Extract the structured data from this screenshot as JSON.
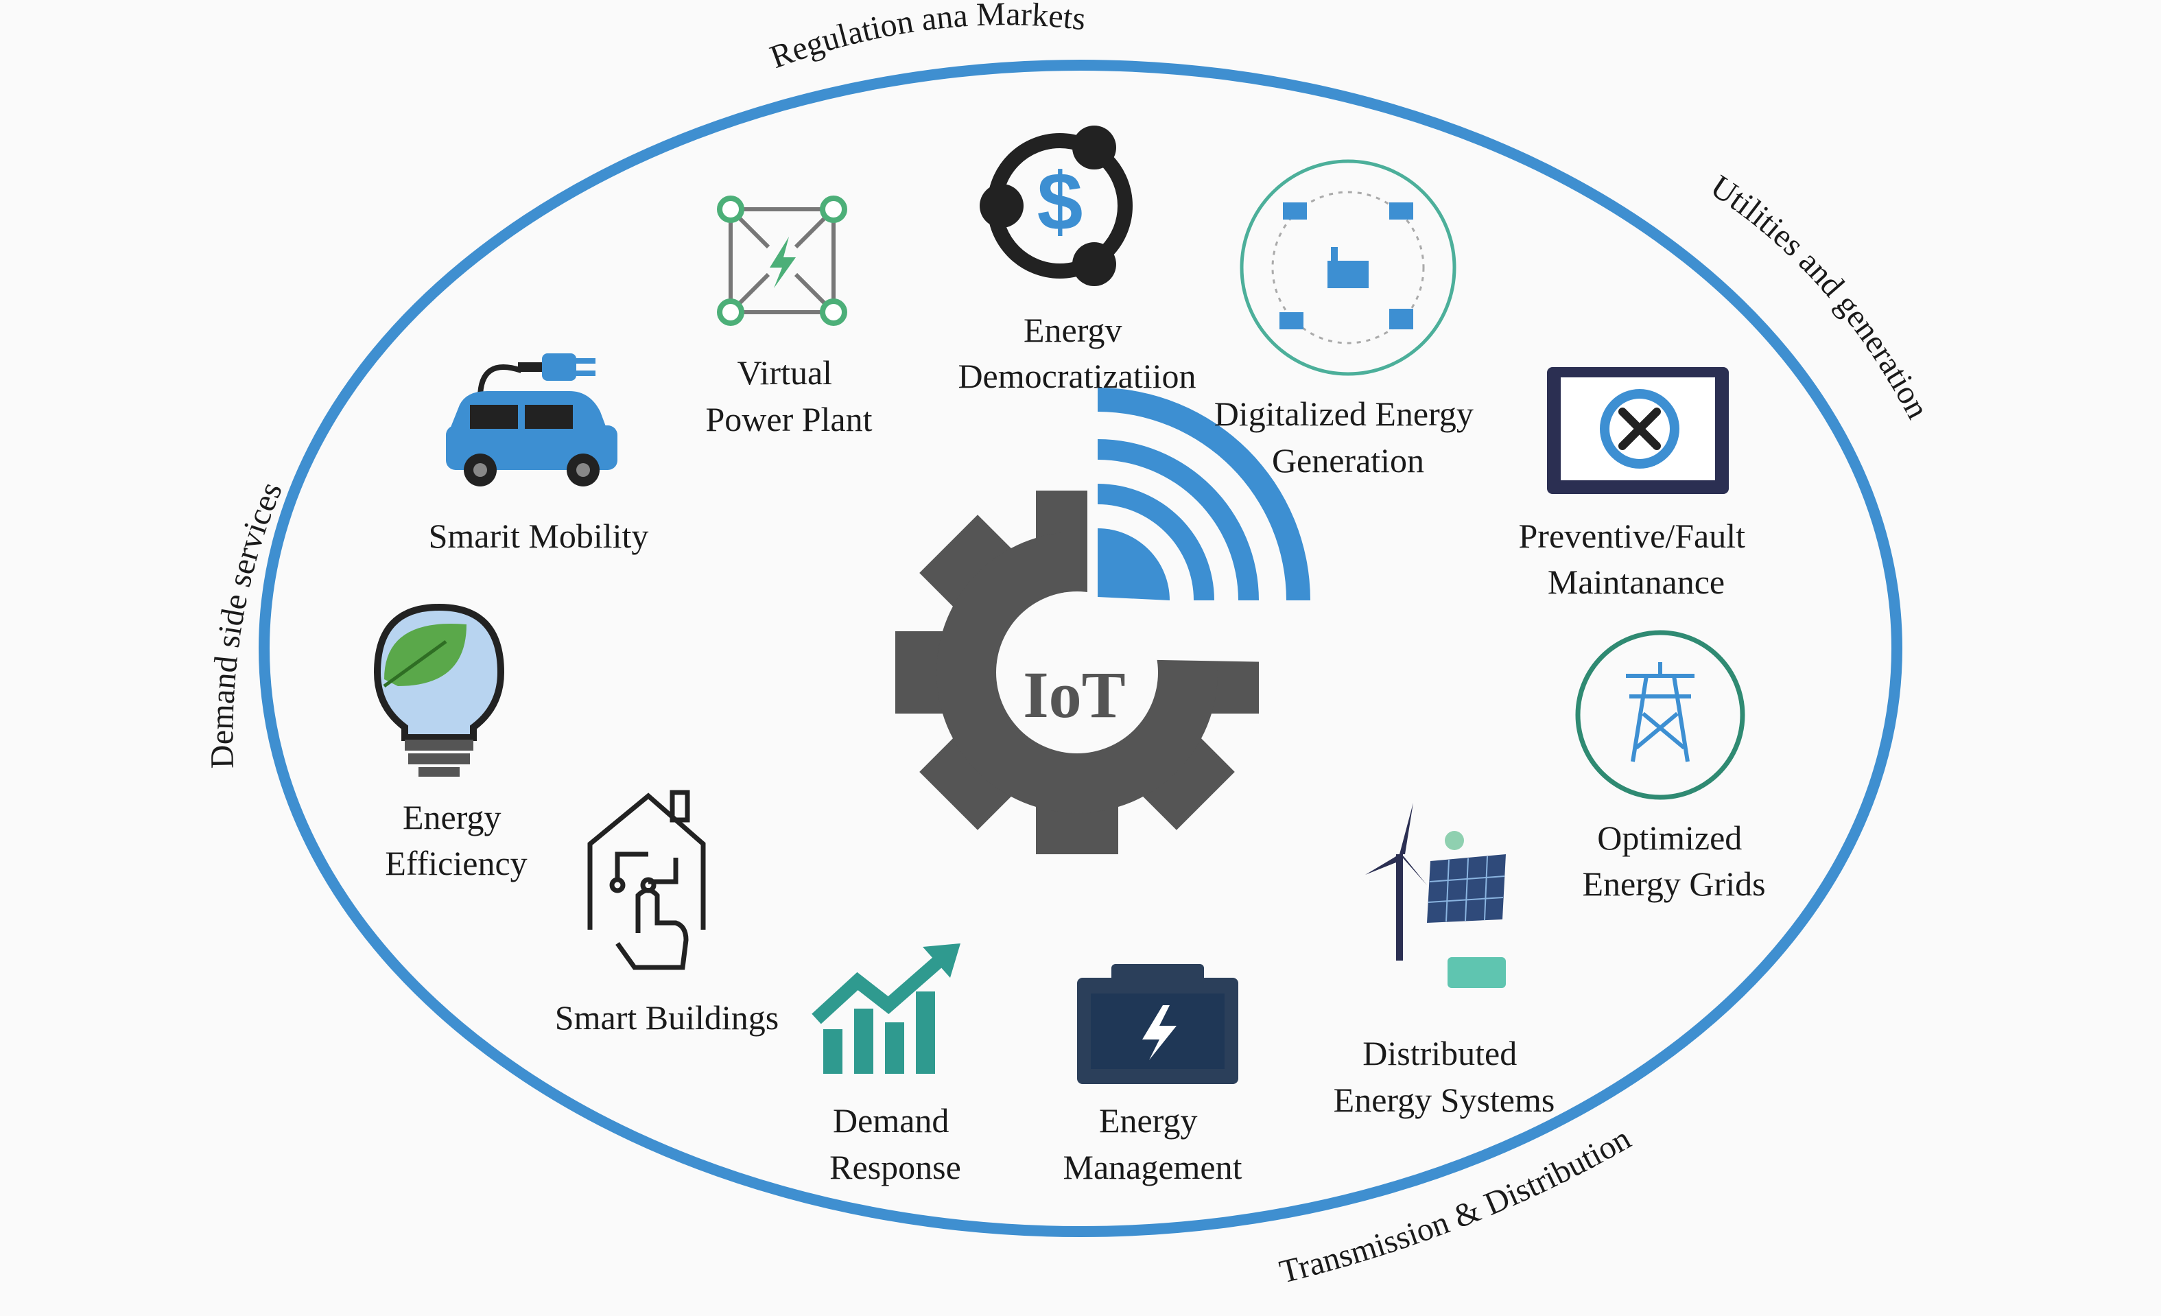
{
  "center": {
    "line1": "IoT"
  },
  "segments": {
    "top": "Regulation ana Markets",
    "right": "Utilities and generation",
    "bottom": "Transmission & Distribution",
    "left": "Demand side services"
  },
  "items": [
    {
      "id": "smart-mobility",
      "icon": "car-plug-icon",
      "lines": [
        "Smarit Mobility"
      ]
    },
    {
      "id": "virtual-power-plant",
      "icon": "network-bolt-icon",
      "lines": [
        "Virtual",
        "Power Plant"
      ]
    },
    {
      "id": "energy-democratization",
      "icon": "dollar-network-icon",
      "lines": [
        "Energv",
        "Democratizatiion"
      ]
    },
    {
      "id": "digitalized-energy-generation",
      "icon": "factory-network-icon",
      "lines": [
        "Digitalized Energy",
        "Generation"
      ]
    },
    {
      "id": "preventive-maintenance",
      "icon": "tablet-tools-icon",
      "lines": [
        "Preventive/Fault",
        "Maintanance"
      ]
    },
    {
      "id": "optimized-energy-grids",
      "icon": "power-tower-icon",
      "lines": [
        "Optimized",
        "Energy Grids"
      ]
    },
    {
      "id": "distributed-energy-systems",
      "icon": "wind-solar-icon",
      "lines": [
        "Distributed",
        "Energy Systems"
      ]
    },
    {
      "id": "energy-management",
      "icon": "battery-bolt-icon",
      "lines": [
        "Energy",
        "Management"
      ]
    },
    {
      "id": "demand-response",
      "icon": "bar-chart-arrow-icon",
      "lines": [
        "Demand",
        "Response"
      ]
    },
    {
      "id": "smart-buildings",
      "icon": "building-circuit-hand-icon",
      "lines": [
        "Smart Buildings"
      ]
    },
    {
      "id": "energy-efficiency",
      "icon": "leaf-bulb-icon",
      "lines": [
        "Energy",
        "Efficiency"
      ]
    }
  ],
  "colors": {
    "ellipse": "#3f8fd0",
    "gear": "#555555",
    "accent_blue": "#3d8fd2",
    "teal": "#2f9a8f",
    "green": "#4caf78",
    "navy": "#1f3756"
  }
}
